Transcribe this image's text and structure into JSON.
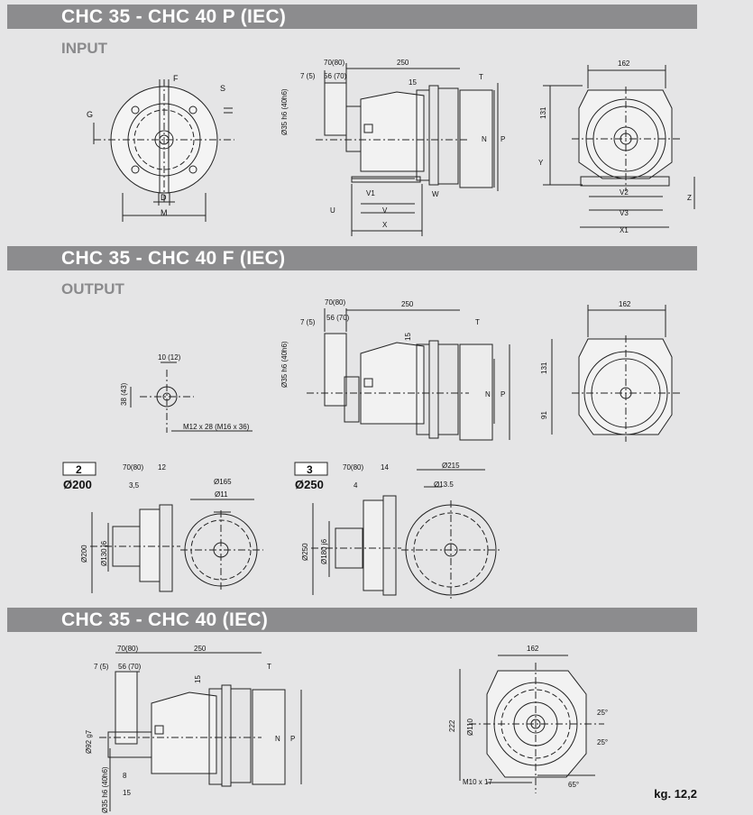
{
  "sections": {
    "p": {
      "title": "CHC 35 - CHC 40   P (IEC)",
      "subtitle": "INPUT"
    },
    "f": {
      "title": "CHC 35 - CHC 40   F (IEC)",
      "subtitle": "OUTPUT"
    },
    "base": {
      "title": "CHC 35 - CHC 40   (IEC)"
    }
  },
  "dims_p": {
    "f": "F",
    "s": "S",
    "g": "G",
    "d": "D",
    "m": "M",
    "d70": "70(80)",
    "d7": "7 (5)",
    "d56": "56 (70)",
    "d250": "250",
    "t": "T",
    "d15": "15",
    "shaft": "Ø35 h6 (40h6)",
    "n": "N",
    "p": "P",
    "v1": "V1",
    "w": "W",
    "u": "U",
    "v": "V",
    "x": "X",
    "d162": "162",
    "d131": "131",
    "y": "Y",
    "v2": "V2",
    "v3": "V3",
    "x1": "X1",
    "z": "Z"
  },
  "dims_f": {
    "d10": "10 (12)",
    "d38": "38 (43)",
    "m12": "M12 x 28 (M16 x 36)",
    "d70": "70(80)",
    "d7": "7 (5)",
    "d56": "56 (70)",
    "d250": "250",
    "t": "T",
    "d15": "15",
    "shaft": "Ø35 h6 (40h6)",
    "n": "N",
    "p": "P",
    "d162": "162",
    "d131": "131",
    "d91": "91"
  },
  "flange2": {
    "badge": "2",
    "dia": "Ø200",
    "d70": "70(80)",
    "d12": "12",
    "d35": "3,5",
    "d165": "Ø165",
    "d11": "Ø11",
    "od": "Ø200",
    "pilot": "Ø130 j6"
  },
  "flange3": {
    "badge": "3",
    "dia": "Ø250",
    "d70": "70(80)",
    "d14": "14",
    "d4": "4",
    "d215": "Ø215",
    "d135": "Ø13.5",
    "od": "Ø250",
    "pilot": "Ø180 j6"
  },
  "dims_base": {
    "d70": "70(80)",
    "d250": "250",
    "d7": "7 (5)",
    "d56": "56 (70)",
    "t": "T",
    "d15": "15",
    "d92": "Ø92 g7",
    "d8": "8",
    "d15b": "15",
    "shaft": "Ø35 h6 (40h6)",
    "n": "N",
    "p": "P",
    "d162": "162",
    "d222": "222",
    "d110": "Ø110",
    "d25a": "25°",
    "d25b": "25°",
    "m10": "M10 x 17",
    "d65": "65°"
  },
  "weight": "kg. 12,2"
}
